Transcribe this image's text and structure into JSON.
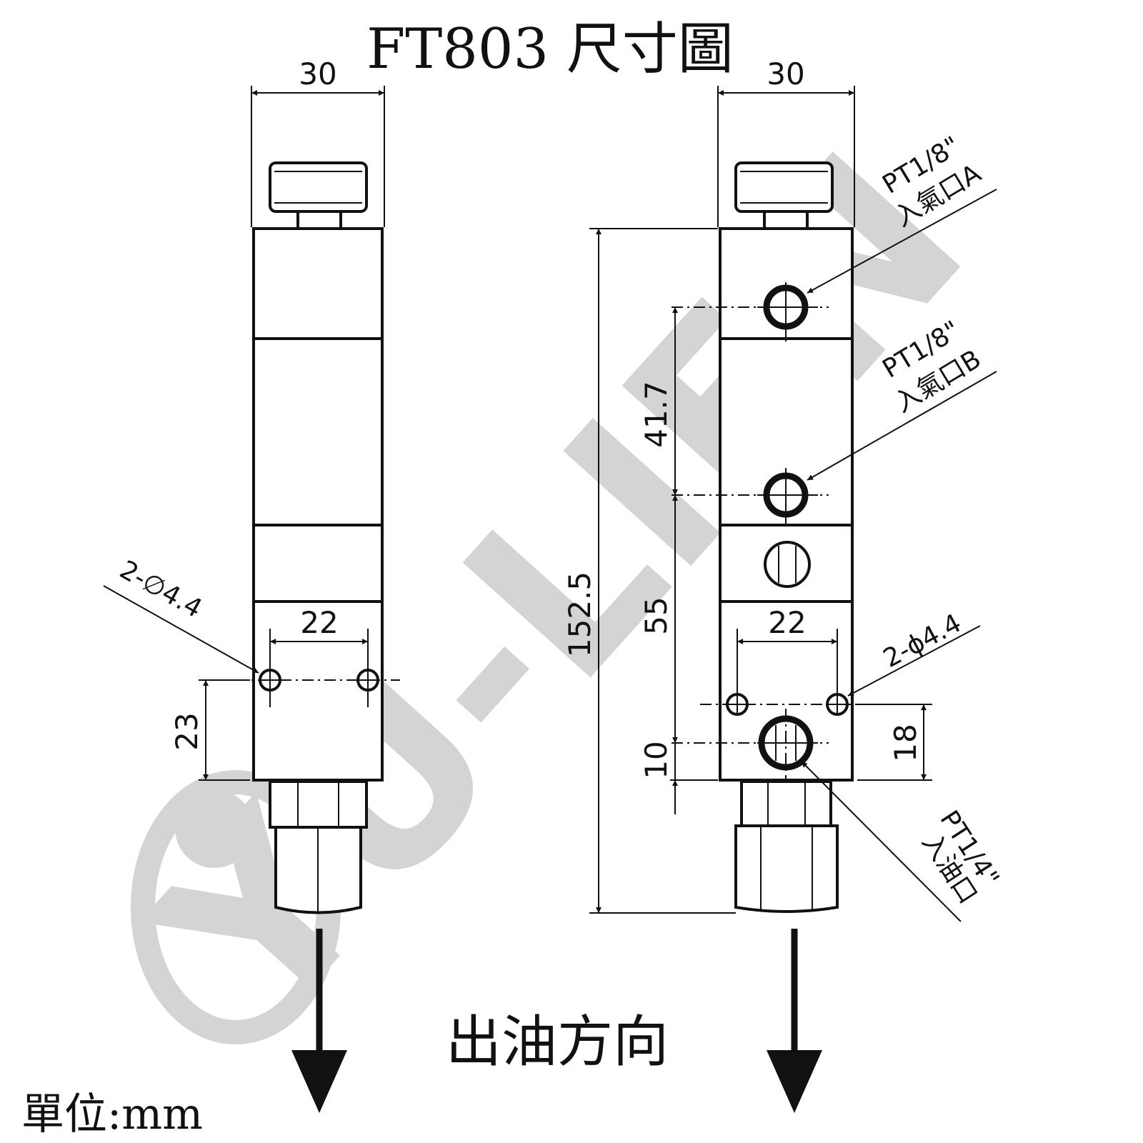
{
  "title": "FT803 尺寸圖",
  "watermark": {
    "text": "YU-LIEN",
    "color": "#d4d4d4"
  },
  "units_label": "單位:mm",
  "flow_label": "出油方向",
  "left_view": {
    "width_dim": "30",
    "hole_spacing_dim": "22",
    "hole_height_dim": "23",
    "hole_label": "2-∅4.4"
  },
  "right_view": {
    "width_dim": "30",
    "total_height_dim": "152.5",
    "port_a_spacing_dim": "41.7",
    "port_b_spacing_dim": "55",
    "bottom_offset_dim": "10",
    "hole_height_dim": "18",
    "hole_spacing_dim": "22",
    "hole_label": "2-ϕ4.4",
    "port_a": {
      "size": "PT1/8\"",
      "name": "入氣口A"
    },
    "port_b": {
      "size": "PT1/8\"",
      "name": "入氣口B"
    },
    "oil_in": {
      "size": "PT1/4\"",
      "name": "入油口"
    }
  }
}
